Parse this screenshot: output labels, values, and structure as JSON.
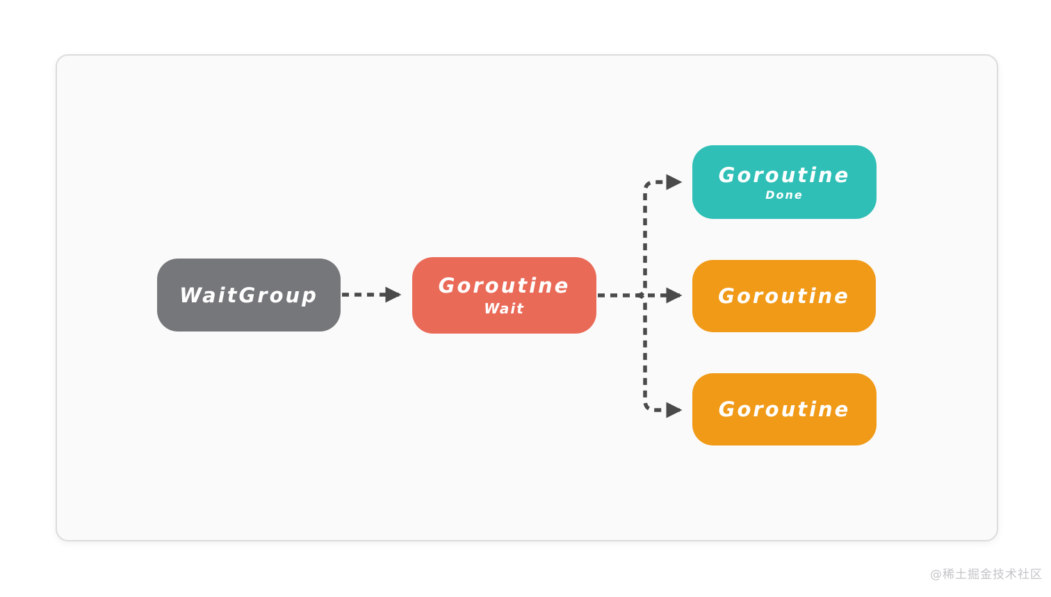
{
  "diagram": {
    "nodes": {
      "waitgroup": {
        "label": "WaitGroup"
      },
      "wait": {
        "label": "Goroutine",
        "sublabel": "Wait"
      },
      "done": {
        "label": "Goroutine",
        "sublabel": "Done"
      },
      "worker_mid": {
        "label": "Goroutine"
      },
      "worker_bot": {
        "label": "Goroutine"
      }
    },
    "edges": [
      {
        "from": "waitgroup",
        "to": "wait"
      },
      {
        "from": "wait",
        "to": "done"
      },
      {
        "from": "wait",
        "to": "worker_mid"
      },
      {
        "from": "wait",
        "to": "worker_bot"
      }
    ]
  },
  "colors": {
    "waitgroup_bg": "#75777a",
    "wait_bg": "#ea6a58",
    "done_bg": "#2fbfb6",
    "worker_bg": "#f09a18",
    "arrow": "#4a4a4a",
    "card_bg": "#fafafa",
    "card_border": "#dcdcdc",
    "node_text": "#ffffff",
    "watermark_color": "#c4c4c8"
  },
  "watermark": {
    "text": "@稀土掘金技术社区"
  }
}
